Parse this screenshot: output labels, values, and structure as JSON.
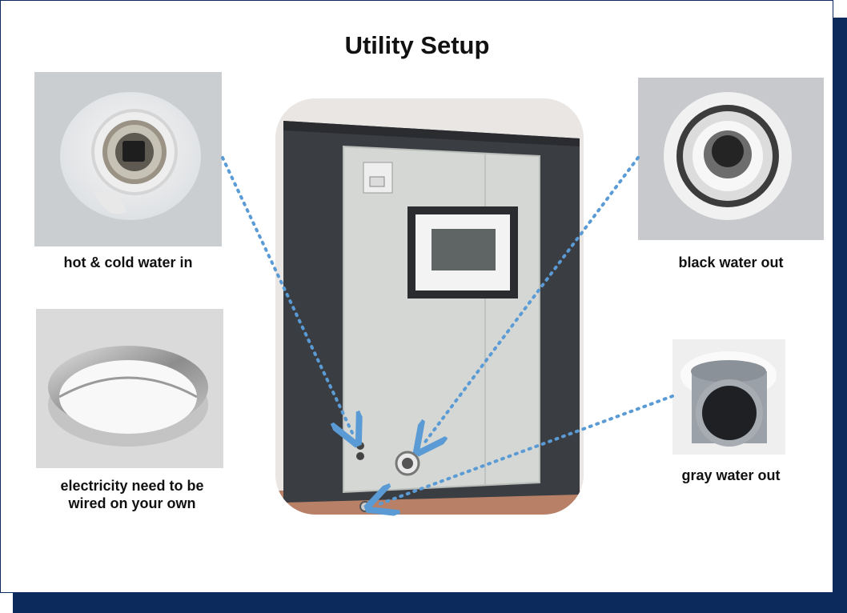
{
  "title": "Utility Setup",
  "labels": {
    "hot_cold_in": "hot & cold water in",
    "black_out": "black water out",
    "gray_out": "gray water out",
    "electricity_line1": "electricity need to be",
    "electricity_line2": "wired on your own"
  },
  "colors": {
    "frame": "#0d2a5c",
    "arrow": "#5b9bd5",
    "container": "#3a3d42",
    "door": "#d4d7d4"
  }
}
